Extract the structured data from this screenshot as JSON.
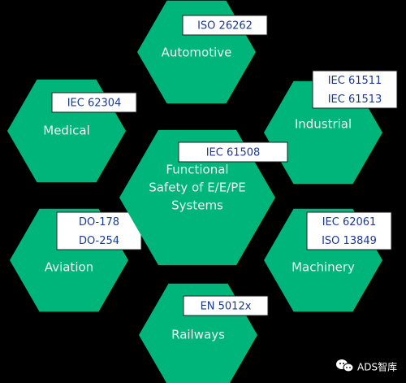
{
  "colors": {
    "background": "#000000",
    "hexagon_fill": "#00b57a",
    "label_text": "#f2f2f2",
    "standard_box_fill": "#ffffff",
    "standard_box_border": "#1f1f1f",
    "standard_text": "#1a3a8f"
  },
  "diagram": {
    "center": {
      "label_lines": [
        "Functional",
        "Safety of E/E/PE",
        "Systems"
      ],
      "standards": [
        "IEC 61508"
      ]
    },
    "sectors": [
      {
        "id": "automotive",
        "label_lines": [
          "Automotive"
        ],
        "standards": [
          "ISO 26262"
        ]
      },
      {
        "id": "medical",
        "label_lines": [
          "Medical"
        ],
        "standards": [
          "IEC 62304"
        ]
      },
      {
        "id": "industrial",
        "label_lines": [
          "Industrial"
        ],
        "standards": [
          "IEC 61511",
          "IEC 61513"
        ]
      },
      {
        "id": "aviation",
        "label_lines": [
          "Aviation"
        ],
        "standards": [
          "DO-178",
          "DO-254"
        ]
      },
      {
        "id": "machinery",
        "label_lines": [
          "Machinery"
        ],
        "standards": [
          "IEC 62061",
          "ISO 13849"
        ]
      },
      {
        "id": "railways",
        "label_lines": [
          "Railways"
        ],
        "standards": [
          "EN 5012x"
        ]
      }
    ]
  },
  "watermark": {
    "icon": "wechat-icon",
    "text": "ADS智库"
  }
}
